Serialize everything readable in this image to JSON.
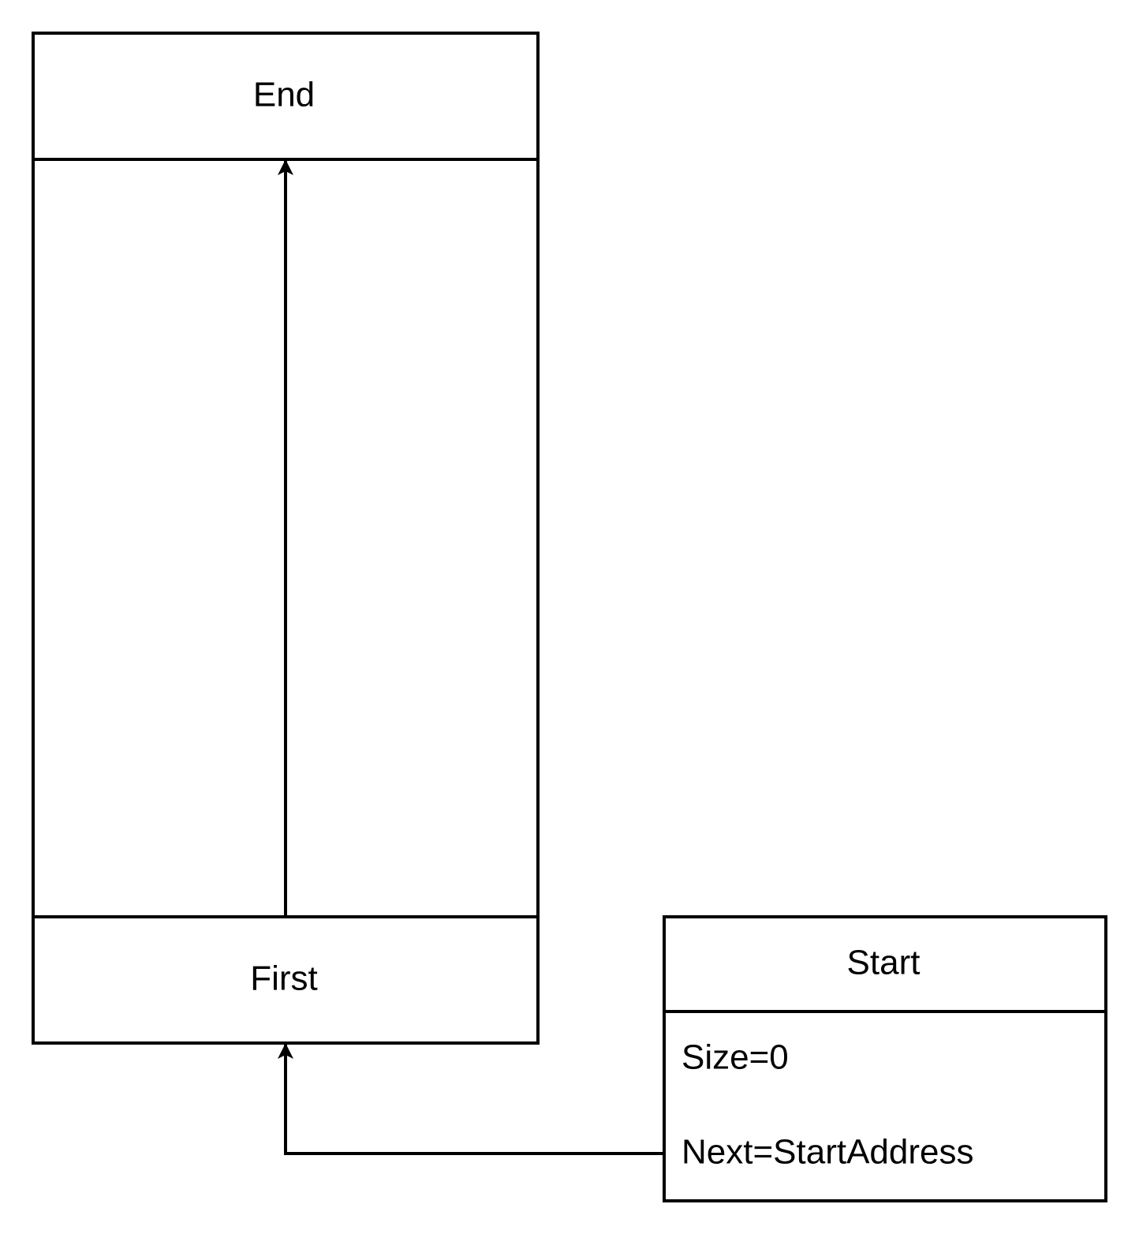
{
  "memory_block": {
    "end_label": "End",
    "first_label": "First"
  },
  "start_record": {
    "title": "Start",
    "fields": [
      "Size=0",
      "Next=StartAddress"
    ]
  },
  "colors": {
    "stroke": "#000000",
    "background": "#ffffff"
  }
}
